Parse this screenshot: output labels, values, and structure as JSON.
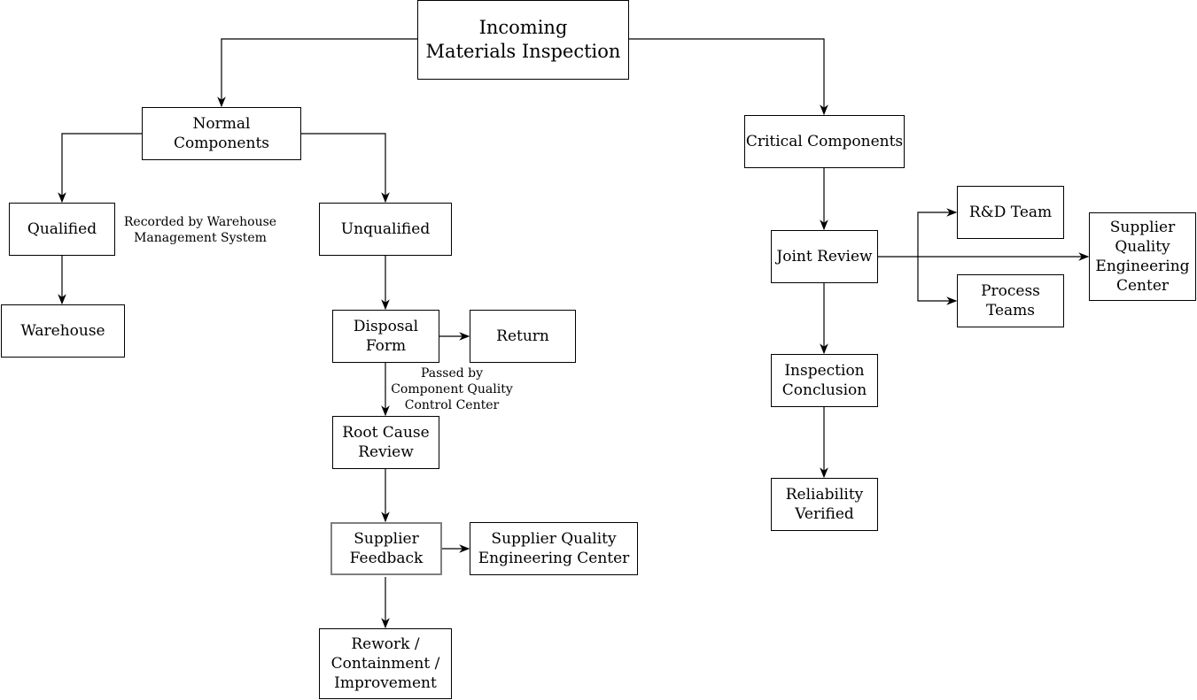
{
  "nodes": {
    "incoming": "Incoming\nMaterials Inspection",
    "normal": "Normal Components",
    "qualified": "Qualified",
    "warehouse": "Warehouse",
    "unqualified": "Unqualified",
    "disposal": "Disposal\nForm",
    "return": "Return",
    "root_cause": "Root Cause\nReview",
    "supplier_feedback": "Supplier\nFeedback",
    "sqec_left": "Supplier Quality\nEngineering Center",
    "rework": "Rework /\nContainment /\nImprovement",
    "critical": "Critical Components",
    "joint_review": "Joint Review",
    "rnd_team": "R&D Team",
    "process_teams": "Process\nTeams",
    "sqec_right": "Supplier\nQuality\nEngineering\nCenter",
    "inspection_conclusion": "Inspection\nConclusion",
    "reliability_verified": "Reliability\nVerified"
  },
  "notes": {
    "qualified_note": "Recorded by Warehouse\nManagement System",
    "disposal_note": "Passed by\nComponent Quality\nControl Center"
  },
  "colors": {
    "line": "#000000",
    "box_border": "#000000",
    "highlight_border": "#808080",
    "background": "#ffffff",
    "text": "#000000"
  }
}
